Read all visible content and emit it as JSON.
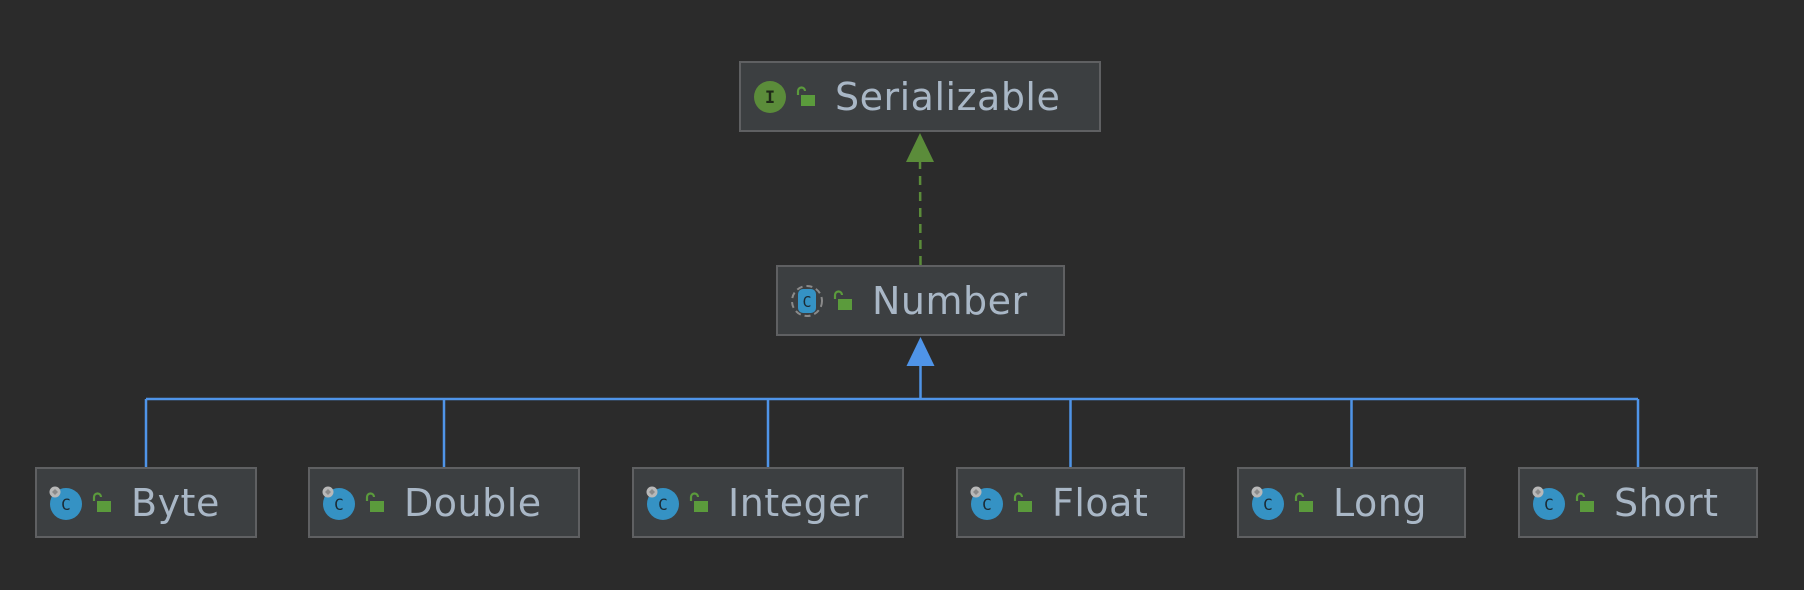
{
  "diagram": {
    "nodes": [
      {
        "id": "serializable",
        "label": "Serializable",
        "kind": "interface-icon"
      },
      {
        "id": "number",
        "label": "Number",
        "kind": "abstract-class-icon"
      },
      {
        "id": "byte",
        "label": "Byte",
        "kind": "final-class-icon"
      },
      {
        "id": "double",
        "label": "Double",
        "kind": "final-class-icon"
      },
      {
        "id": "integer",
        "label": "Integer",
        "kind": "final-class-icon"
      },
      {
        "id": "float",
        "label": "Float",
        "kind": "final-class-icon"
      },
      {
        "id": "long",
        "label": "Long",
        "kind": "final-class-icon"
      },
      {
        "id": "short",
        "label": "Short",
        "kind": "final-class-icon"
      }
    ],
    "edges": [
      {
        "from": "number",
        "to": "serializable",
        "kind": "implements",
        "style": "dashed",
        "color": "#5b8c3a"
      },
      {
        "from": "byte",
        "to": "number",
        "kind": "extends",
        "style": "solid",
        "color": "#4f94e8"
      },
      {
        "from": "double",
        "to": "number",
        "kind": "extends",
        "style": "solid",
        "color": "#4f94e8"
      },
      {
        "from": "integer",
        "to": "number",
        "kind": "extends",
        "style": "solid",
        "color": "#4f94e8"
      },
      {
        "from": "float",
        "to": "number",
        "kind": "extends",
        "style": "solid",
        "color": "#4f94e8"
      },
      {
        "from": "long",
        "to": "number",
        "kind": "extends",
        "style": "solid",
        "color": "#4f94e8"
      },
      {
        "from": "short",
        "to": "number",
        "kind": "extends",
        "style": "solid",
        "color": "#4f94e8"
      }
    ],
    "colors": {
      "background": "#2b2b2b",
      "node_fill": "#3c3f41",
      "node_border": "#5f6062",
      "text": "#a9b7c6",
      "interface_icon": "#5b8c3a",
      "class_icon": "#3592c4",
      "lock_icon": "#5b9b3c",
      "implements_edge": "#5b8c3a",
      "extends_edge": "#4f94e8"
    },
    "icon_letters": {
      "interface": "I",
      "class": "C"
    }
  }
}
